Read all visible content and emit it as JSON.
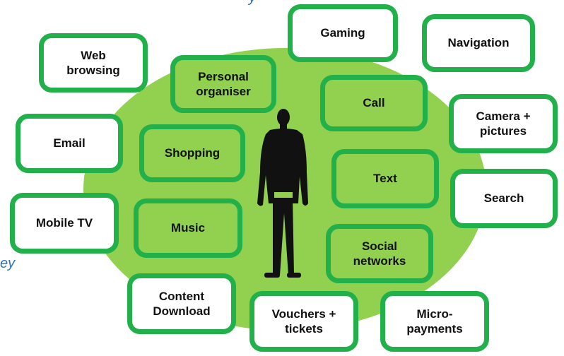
{
  "fragments": {
    "top": "y",
    "left": "ey"
  },
  "outer_items": [
    {
      "id": "gaming",
      "label": "Gaming"
    },
    {
      "id": "navigation",
      "label": "Navigation"
    },
    {
      "id": "web-browsing",
      "label": "Web\nbrowsing"
    },
    {
      "id": "camera-pictures",
      "label": "Camera +\npictures"
    },
    {
      "id": "email",
      "label": "Email"
    },
    {
      "id": "search",
      "label": "Search"
    },
    {
      "id": "mobile-tv",
      "label": "Mobile TV"
    },
    {
      "id": "content-download",
      "label": "Content\nDownload"
    },
    {
      "id": "vouchers-tickets",
      "label": "Vouchers +\ntickets"
    },
    {
      "id": "micro-payments",
      "label": "Micro-\npayments"
    }
  ],
  "inner_items": [
    {
      "id": "personal-organiser",
      "label": "Personal\norganiser"
    },
    {
      "id": "call",
      "label": "Call"
    },
    {
      "id": "shopping",
      "label": "Shopping"
    },
    {
      "id": "text",
      "label": "Text"
    },
    {
      "id": "music",
      "label": "Music"
    },
    {
      "id": "social-networks",
      "label": "Social\nnetworks"
    }
  ],
  "colors": {
    "ellipse": "#92d050",
    "border": "#22b04b",
    "outer_fill": "#ffffff",
    "silhouette": "#111111",
    "fragment_text": "#2e75b6"
  }
}
